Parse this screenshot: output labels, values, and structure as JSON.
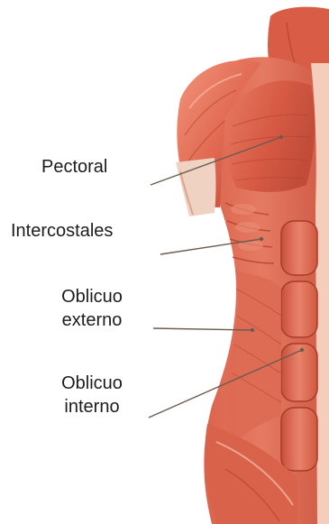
{
  "labels": {
    "pectoral": "Pectoral",
    "intercostales": "Intercostales",
    "oblicuo_externo": [
      "Oblicuo",
      "externo"
    ],
    "oblicuo_interno": [
      "Oblicuo",
      "interno"
    ]
  },
  "colors": {
    "muscle_base": "#e0664f",
    "muscle_dark": "#b8432f",
    "muscle_light": "#f2957b",
    "skin_edge": "#f4c9b4",
    "leader_line": "#6b5b50",
    "label_text": "#1c1c1c"
  }
}
